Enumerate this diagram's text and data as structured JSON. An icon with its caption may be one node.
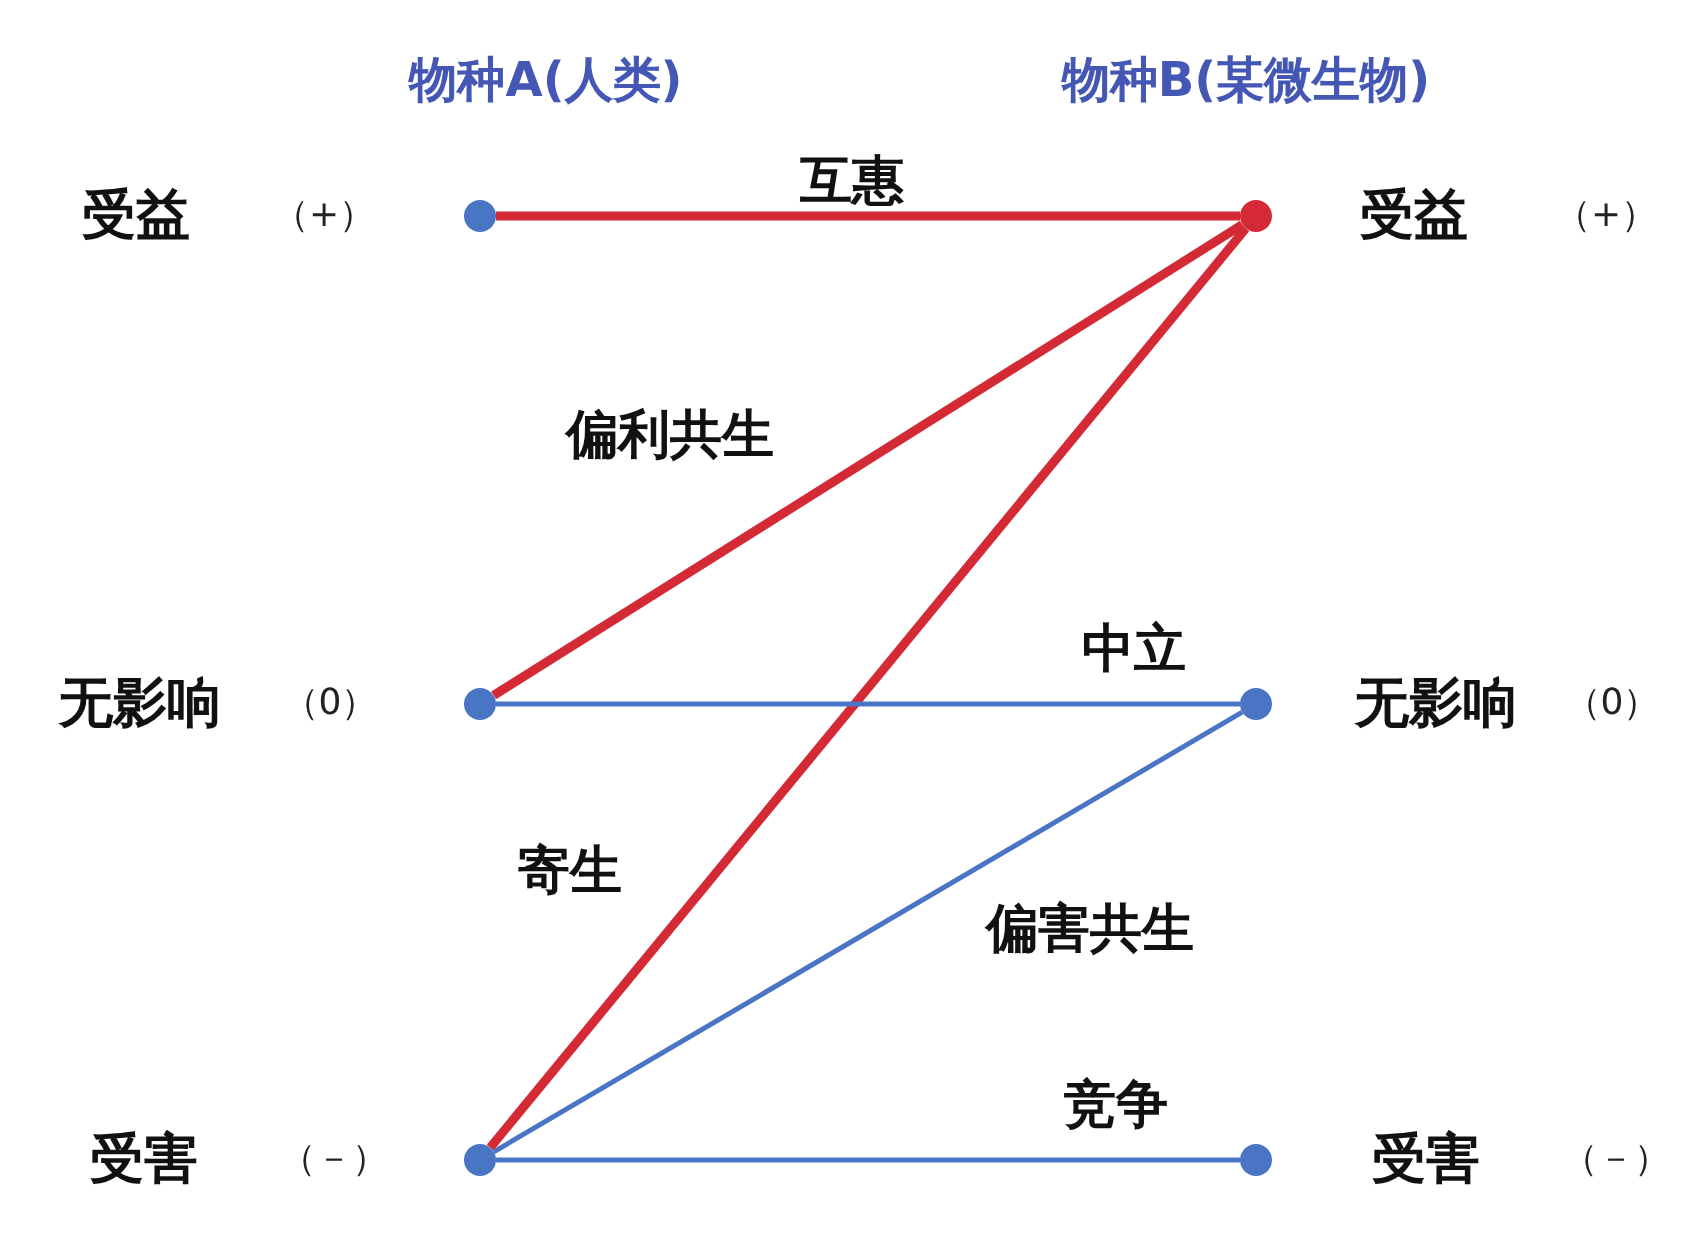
{
  "diagram": {
    "nodes": [
      {
        "text": [],
        "shape": "circle",
        "beside": [
          "受益",
          "（+）"
        ]
      },
      {
        "text": [],
        "shape": "circle",
        "beside": [
          "受益",
          "（+）"
        ]
      },
      {
        "text": [],
        "shape": "circle",
        "beside": [
          "无影响",
          "（0）"
        ]
      },
      {
        "text": [],
        "shape": "circle",
        "beside": [
          "无影响",
          "（0）"
        ]
      },
      {
        "text": [],
        "shape": "circle",
        "beside": [
          "受害",
          "（－）"
        ]
      },
      {
        "text": [],
        "shape": "circle",
        "beside": [
          "受害",
          "（－）"
        ]
      }
    ],
    "edges": [
      {
        "from": 0,
        "to": 1,
        "arrow": "none",
        "label": "互惠",
        "style": "thick",
        "color": "#d42a36"
      },
      {
        "from": 2,
        "to": 1,
        "arrow": "none",
        "label": "偏利共生",
        "style": "thick",
        "color": "#d42a36"
      },
      {
        "from": 4,
        "to": 1,
        "arrow": "none",
        "label": "寄生",
        "style": "thick",
        "color": "#d42a36"
      },
      {
        "from": 2,
        "to": 3,
        "arrow": "none",
        "label": "中立",
        "color": "#4a74c4"
      },
      {
        "from": 4,
        "to": 3,
        "arrow": "none",
        "label": "偏害共生",
        "color": "#4a74c4"
      },
      {
        "from": 4,
        "to": 5,
        "arrow": "none",
        "label": "竞争",
        "color": "#4a74c4"
      }
    ],
    "labels": [
      "物种A(人类)",
      "物种B(某微生物)"
    ]
  }
}
